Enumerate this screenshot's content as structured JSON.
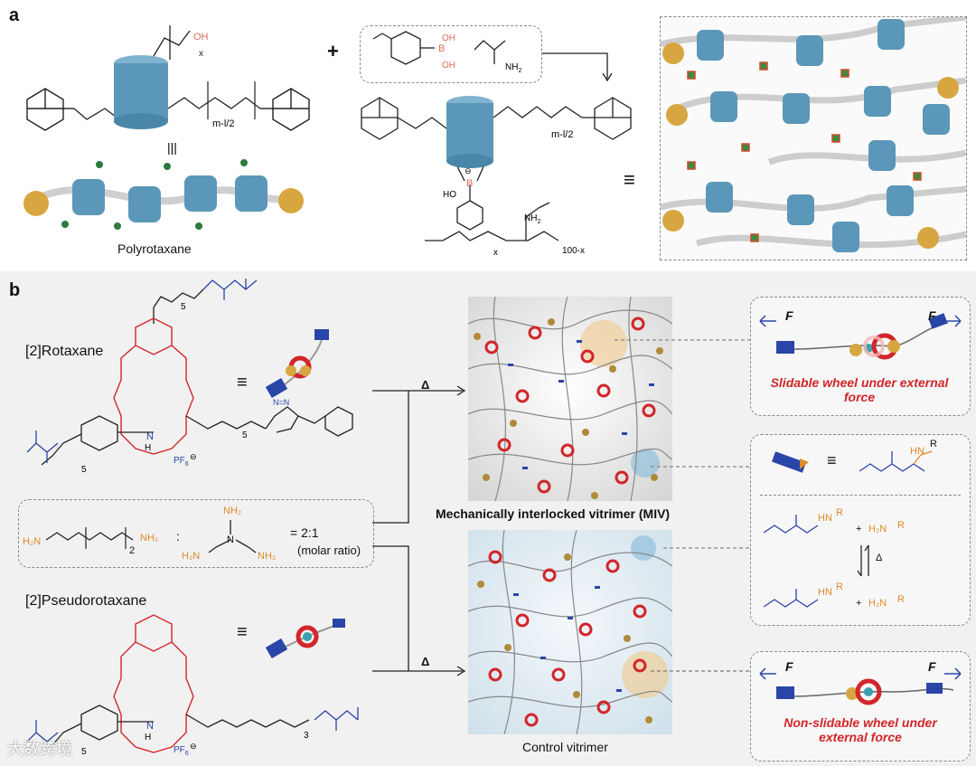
{
  "panel_a": {
    "label": "a",
    "oh_top": "OH",
    "x_top": "x",
    "m_l2_left": "m-l/2",
    "identical": "|||",
    "polyrotaxane": "Polyrotaxane",
    "plus": "+",
    "monomer_oh1": "OH",
    "monomer_oh2": "OH",
    "monomer_b": "B",
    "nh2_acryl": "NH",
    "nh2_sub": "2",
    "m_l2_right": "m-l/2",
    "b_center": "B",
    "b_minus": "⊖",
    "ho": "HO",
    "nh2_bottom": "NH",
    "x_bottom": "x",
    "hundred_x": "100-x",
    "equiv": "≡"
  },
  "panel_b": {
    "label": "b",
    "rotaxane_label": "[2]Rotaxane",
    "pseudo_label": "[2]Pseudorotaxane",
    "sub5a": "5",
    "sub5b": "5",
    "sub5c": "5",
    "sub5d": "5",
    "sub3": "3",
    "nh2_plus": "N",
    "h2": "H",
    "pf6": "PF",
    "pf6_sub": "6",
    "ring_minus": "⊖",
    "triazole_n": "N=N",
    "diamine_left": "H₂N",
    "diamine_right": "NH₂",
    "sub2": "2",
    "colon": ":",
    "tris_nh2_top": "NH₂",
    "tris_nh2_left": "H₂N",
    "tris_nh2_right": "NH₂",
    "tris_n": "N",
    "ratio": "= 2:1",
    "molar_ratio": "(molar ratio)",
    "delta1": "Δ",
    "delta2": "Δ",
    "miv_caption": "Mechanically interlocked vitrimer (MIV)",
    "control_caption": "Control vitrimer",
    "f1": "F",
    "f2": "F",
    "f3": "F",
    "f4": "F",
    "slidable": "Slidable wheel under external force",
    "non_slidable": "Non-slidable wheel under external force",
    "vin_r": "R",
    "vin_hn": "HN",
    "r1a": "R",
    "hn_a": "HN",
    "plus_a": "+",
    "h2n_a": "H₂N",
    "r2a": "R",
    "delta3": "Δ",
    "r2b": "R",
    "hn_b": "HN",
    "plus_b": "+",
    "h2n_b": "H₂N",
    "r1b": "R",
    "watermark": "大数跨境"
  },
  "colors": {
    "cyclodextrin": "#5b97b8",
    "bead_gold": "#d8a640",
    "crown_red": "#d2262a",
    "chain_gray": "#b8b8b8",
    "orange_label": "#e08a2a",
    "blue_label": "#2a45a8"
  }
}
